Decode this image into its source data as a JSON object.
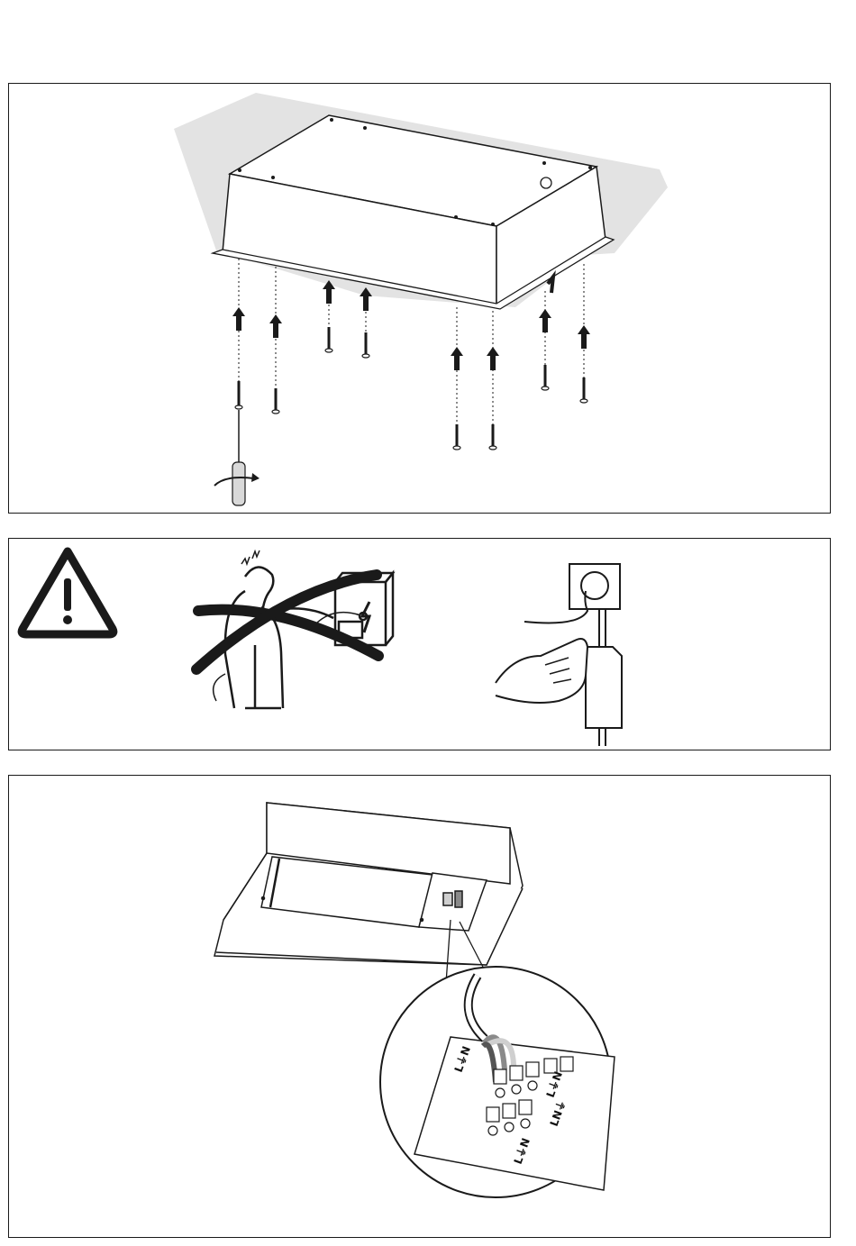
{
  "document": {
    "panels": [
      {
        "id": "panel-1",
        "content": "ceiling-mount-installation-with-screws"
      },
      {
        "id": "panel-2",
        "content": "electrical-safety-warning"
      },
      {
        "id": "panel-3",
        "content": "terminal-block-wiring"
      }
    ],
    "terminal_labels": {
      "row_1": [
        "L",
        "⏚",
        "N"
      ],
      "row_2": [
        "L",
        "⏚",
        "N"
      ],
      "row_3": [
        "L",
        "⏚",
        "N"
      ],
      "row_4": [
        "L",
        "N",
        "⏚"
      ]
    },
    "colors": {
      "line": "#1a1a1a",
      "ceiling_shade": "#e3e3e3",
      "wire_grey": "#8a8a8a"
    }
  }
}
